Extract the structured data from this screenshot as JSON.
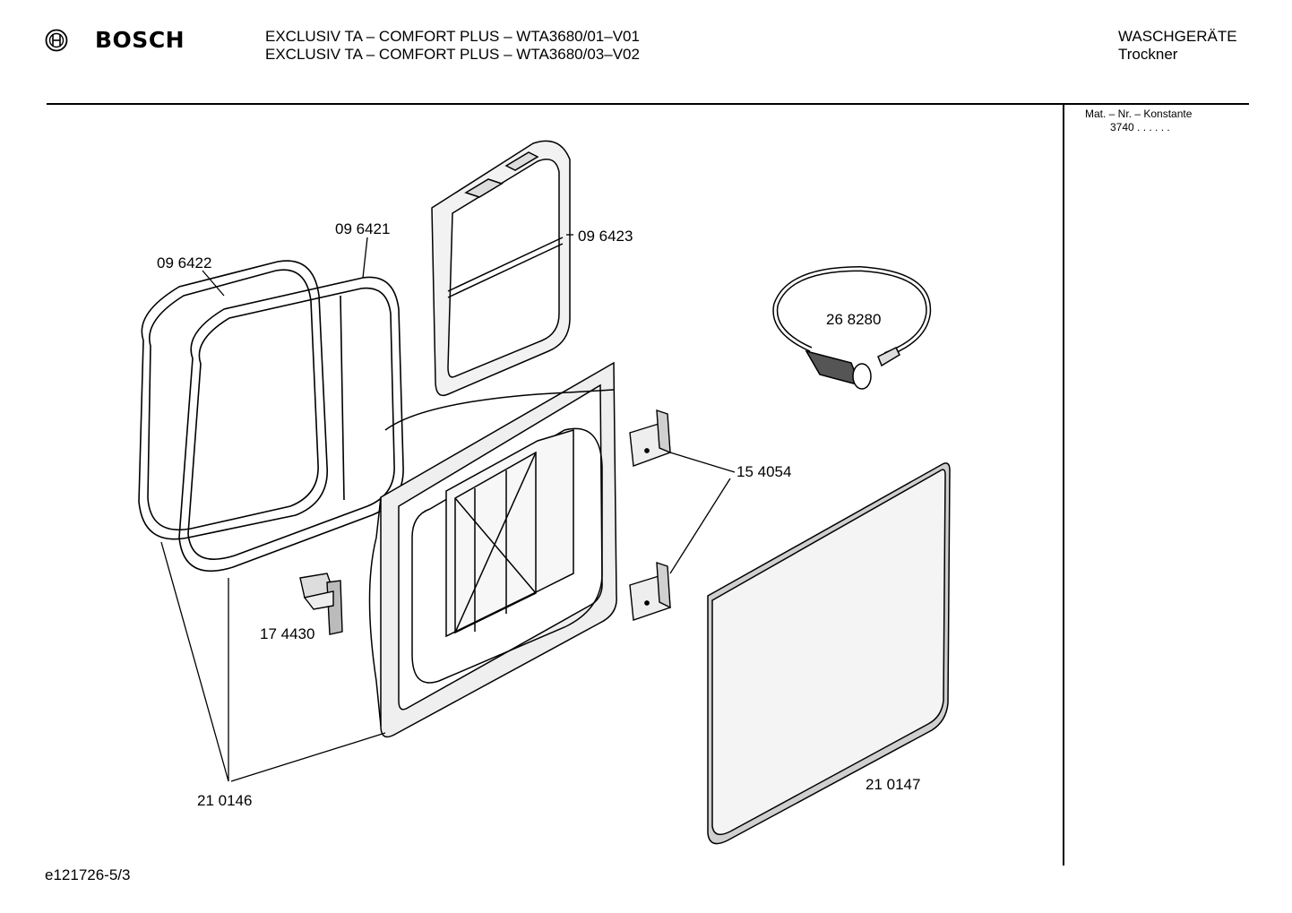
{
  "header": {
    "brand": "BOSCH",
    "logo_icon": "bosch-armature-icon",
    "models": [
      "EXCLUSIV TA – COMFORT PLUS – WTA3680/01–V01",
      "EXCLUSIV TA – COMFORT PLUS – WTA3680/03–V02"
    ],
    "category": "WASCHGERÄTE",
    "subcategory": "Trockner"
  },
  "sidebar": {
    "mat_nr_label": "Mat. – Nr. – Konstante",
    "mat_nr_value": "3740 . . . . . ."
  },
  "footer": {
    "drawing_code": "e121726-5/3"
  },
  "parts": [
    {
      "id": "096421",
      "label": "09 6421",
      "component": "inner door seal"
    },
    {
      "id": "096422",
      "label": "09 6422",
      "component": "outer door seal"
    },
    {
      "id": "096423",
      "label": "09 6423",
      "component": "lint filter"
    },
    {
      "id": "268280",
      "label": "26 8280",
      "component": "drain hose"
    },
    {
      "id": "154054",
      "label": "15 4054",
      "component": "hinges"
    },
    {
      "id": "174430",
      "label": "17 4430",
      "component": "door catch"
    },
    {
      "id": "210146",
      "label": "21 0146",
      "component": "door frame"
    },
    {
      "id": "210147",
      "label": "21 0147",
      "component": "door panel"
    }
  ],
  "colors": {
    "line": "#000000",
    "part_fill": "#f2f2f2",
    "shadow": "#cfcfcf"
  }
}
